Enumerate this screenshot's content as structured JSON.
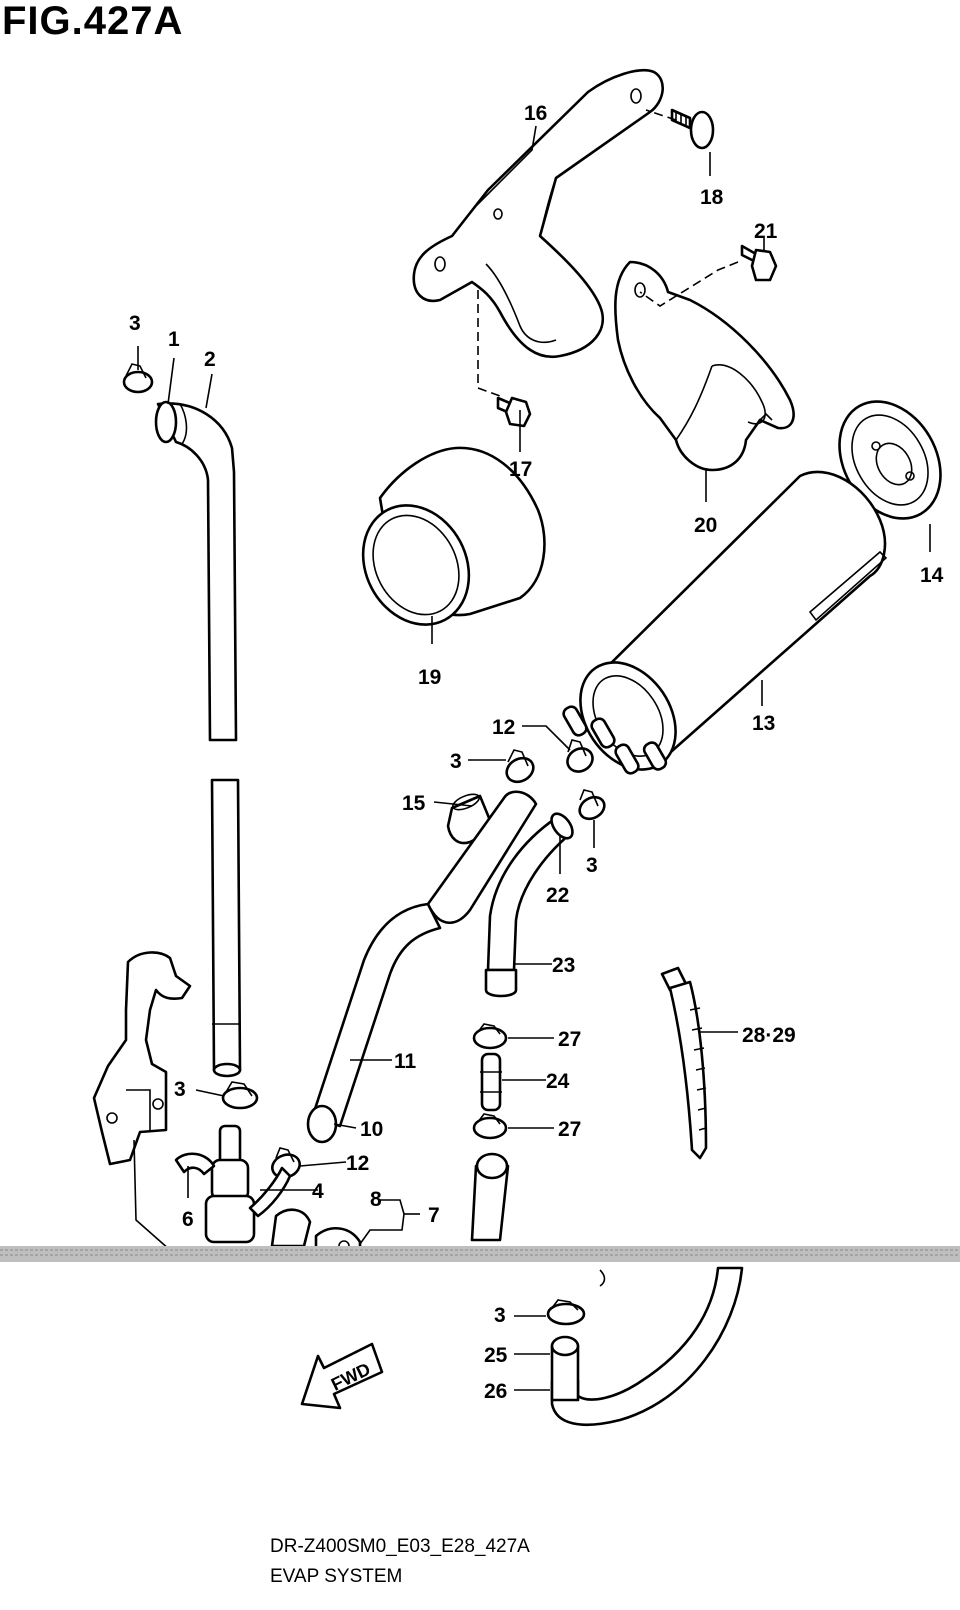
{
  "figure": {
    "title": "FIG.427A",
    "diagram_code": "DR-Z400SM0_E03_E28_427A",
    "system_name": "EVAP SYSTEM",
    "fwd_arrow_label": "FWD"
  },
  "callouts": [
    {
      "id": "c1",
      "label": "1"
    },
    {
      "id": "c2",
      "label": "2"
    },
    {
      "id": "c3a",
      "label": "3"
    },
    {
      "id": "c16",
      "label": "16"
    },
    {
      "id": "c18",
      "label": "18"
    },
    {
      "id": "c21",
      "label": "21"
    },
    {
      "id": "c17",
      "label": "17"
    },
    {
      "id": "c20",
      "label": "20"
    },
    {
      "id": "c14",
      "label": "14"
    },
    {
      "id": "c19",
      "label": "19"
    },
    {
      "id": "c13",
      "label": "13"
    },
    {
      "id": "c12a",
      "label": "12"
    },
    {
      "id": "c3b",
      "label": "3"
    },
    {
      "id": "c15",
      "label": "15"
    },
    {
      "id": "c3c",
      "label": "3"
    },
    {
      "id": "c22",
      "label": "22"
    },
    {
      "id": "c23",
      "label": "23"
    },
    {
      "id": "c11",
      "label": "11"
    },
    {
      "id": "c3d",
      "label": "3"
    },
    {
      "id": "c10",
      "label": "10"
    },
    {
      "id": "c12b",
      "label": "12"
    },
    {
      "id": "c4",
      "label": "4"
    },
    {
      "id": "c8",
      "label": "8"
    },
    {
      "id": "c7",
      "label": "7"
    },
    {
      "id": "c6",
      "label": "6"
    },
    {
      "id": "c27a",
      "label": "27"
    },
    {
      "id": "c24",
      "label": "24"
    },
    {
      "id": "c27b",
      "label": "27"
    },
    {
      "id": "c2829",
      "label": "28·29"
    },
    {
      "id": "c3e",
      "label": "3"
    },
    {
      "id": "c25",
      "label": "25"
    },
    {
      "id": "c26",
      "label": "26"
    }
  ]
}
